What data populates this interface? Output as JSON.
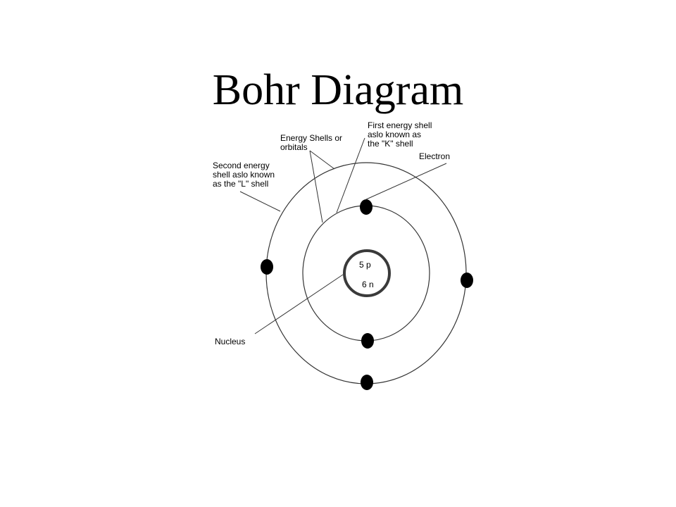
{
  "title": "Bohr Diagram",
  "labels": {
    "energy_shells": [
      "Energy Shells or",
      "orbitals"
    ],
    "first_shell": [
      "First energy shell",
      "aslo known as",
      "the \"K\" shell"
    ],
    "electron": "Electron",
    "second_shell": [
      "Second energy",
      "shell aslo known",
      "as the \"L\" shell"
    ],
    "nucleus": "Nucleus"
  },
  "nucleus": {
    "protons": "5 p",
    "neutrons": "6 n"
  },
  "colors": {
    "ink": "#000000",
    "line": "#333333",
    "nucleus_ring": "#3a3a3a"
  }
}
